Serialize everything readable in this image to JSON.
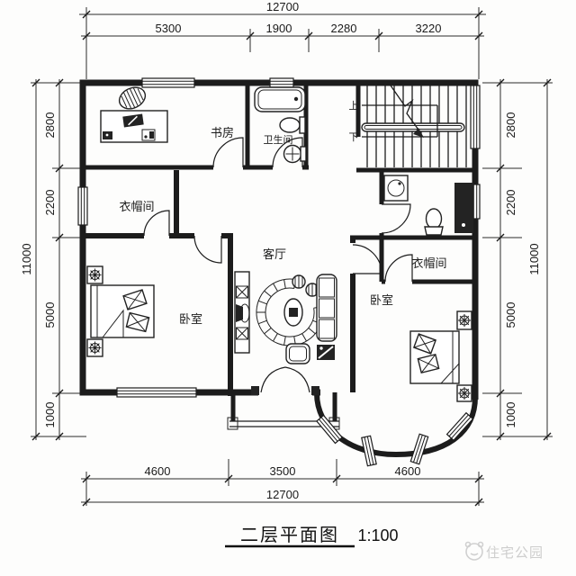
{
  "title": {
    "text": "二层平面图",
    "scale": "1:100"
  },
  "watermark": {
    "text": "住宅公园"
  },
  "rooms": {
    "study": "书房",
    "bath_top": "卫生间",
    "cloak_left": "衣帽间",
    "living": "客厅",
    "bed_left": "卧室",
    "cloak_right": "衣帽间",
    "bed_right": "卧室"
  },
  "stairs": {
    "up": "上",
    "down": "下"
  },
  "dims": {
    "top": {
      "overall": "12700",
      "segments": [
        "5300",
        "1900",
        "2280",
        "3220"
      ]
    },
    "bottom": {
      "overall": "12700",
      "segments": [
        "4600",
        "3500",
        "4600"
      ]
    },
    "left": {
      "overall": "11000",
      "segments": [
        "2800",
        "2200",
        "5000",
        "1000"
      ]
    },
    "right": {
      "overall": "11000",
      "segments": [
        "2800",
        "2200",
        "5000",
        "1000"
      ]
    }
  },
  "colors": {
    "line": "#1c1c1c",
    "watermark": "#c9c9c9",
    "background": "#fdfdfc"
  }
}
